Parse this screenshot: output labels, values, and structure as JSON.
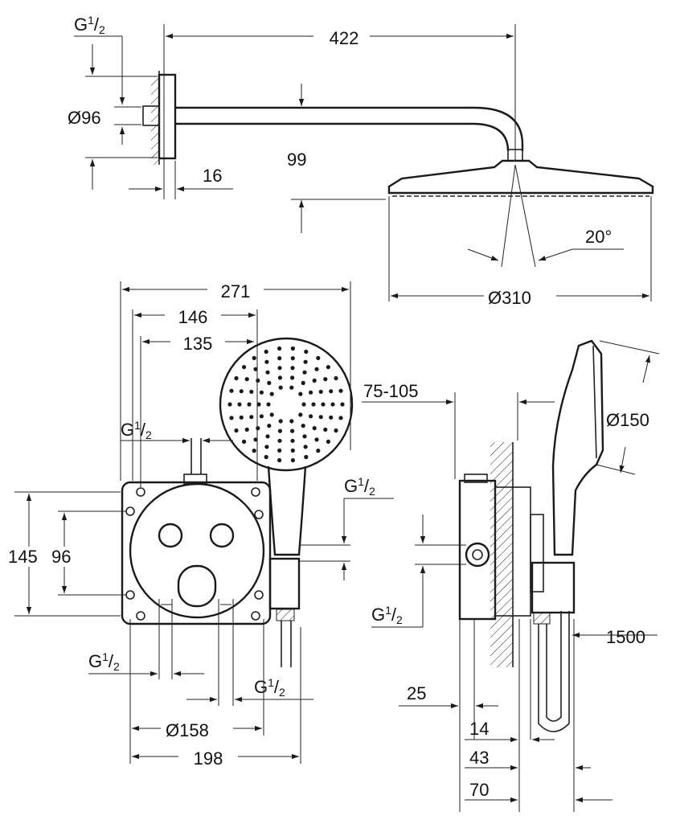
{
  "diagram": {
    "dimensions": {
      "top_width": "422",
      "wall_distance": "99",
      "flange_diameter": "Ø96",
      "flange_thickness": "16",
      "spray_angle": "20°",
      "head_diameter": "Ø310",
      "total_width": "271",
      "width_146": "146",
      "width_135": "135",
      "height_145": "145",
      "height_96": "96",
      "plate_diameter": "Ø158",
      "plate_width": "198",
      "depth_range": "75-105",
      "hand_diameter": "Ø150",
      "hose_length": "1500",
      "depth_25": "25",
      "depth_14": "14",
      "depth_43": "43",
      "depth_70": "70"
    },
    "thread": {
      "main": "G",
      "numerator": "1",
      "slash": "/",
      "denominator": "2"
    }
  }
}
